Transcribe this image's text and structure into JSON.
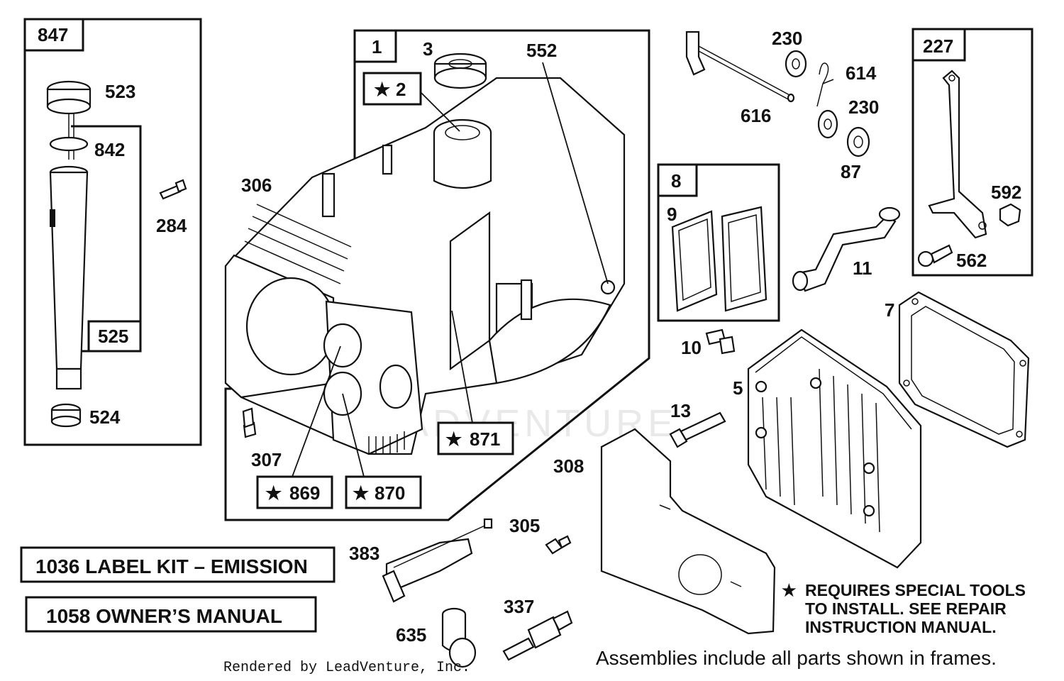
{
  "watermark": "LEADVENTURE",
  "frames": {
    "dipstick": "847",
    "dipstick_inner": "525",
    "cylinder": "1",
    "gasket_set": "8",
    "link": "227"
  },
  "callouts": {
    "p523": "523",
    "p842": "842",
    "p284": "284",
    "p524": "524",
    "p3": "3",
    "p552": "552",
    "p2": "2",
    "p306": "306",
    "p307": "307",
    "p869": "869",
    "p870": "870",
    "p871": "871",
    "p230a": "230",
    "p614": "614",
    "p616": "616",
    "p230b": "230",
    "p87": "87",
    "p9": "9",
    "p11": "11",
    "p10": "10",
    "p592": "592",
    "p562": "562",
    "p7": "7",
    "p5": "5",
    "p13": "13",
    "p308": "308",
    "p305": "305",
    "p383": "383",
    "p337": "337",
    "p635": "635"
  },
  "kits": {
    "label_kit": "1036 LABEL KIT – EMISSION",
    "manual": "1058 OWNER’S MANUAL"
  },
  "notes": {
    "star": "★",
    "special_line1": "REQUIRES SPECIAL TOOLS",
    "special_line2": "TO INSTALL.  SEE REPAIR",
    "special_line3": "INSTRUCTION MANUAL.",
    "assemblies": "Assemblies include all parts shown in frames.",
    "credit": "Rendered by LeadVenture, Inc."
  }
}
